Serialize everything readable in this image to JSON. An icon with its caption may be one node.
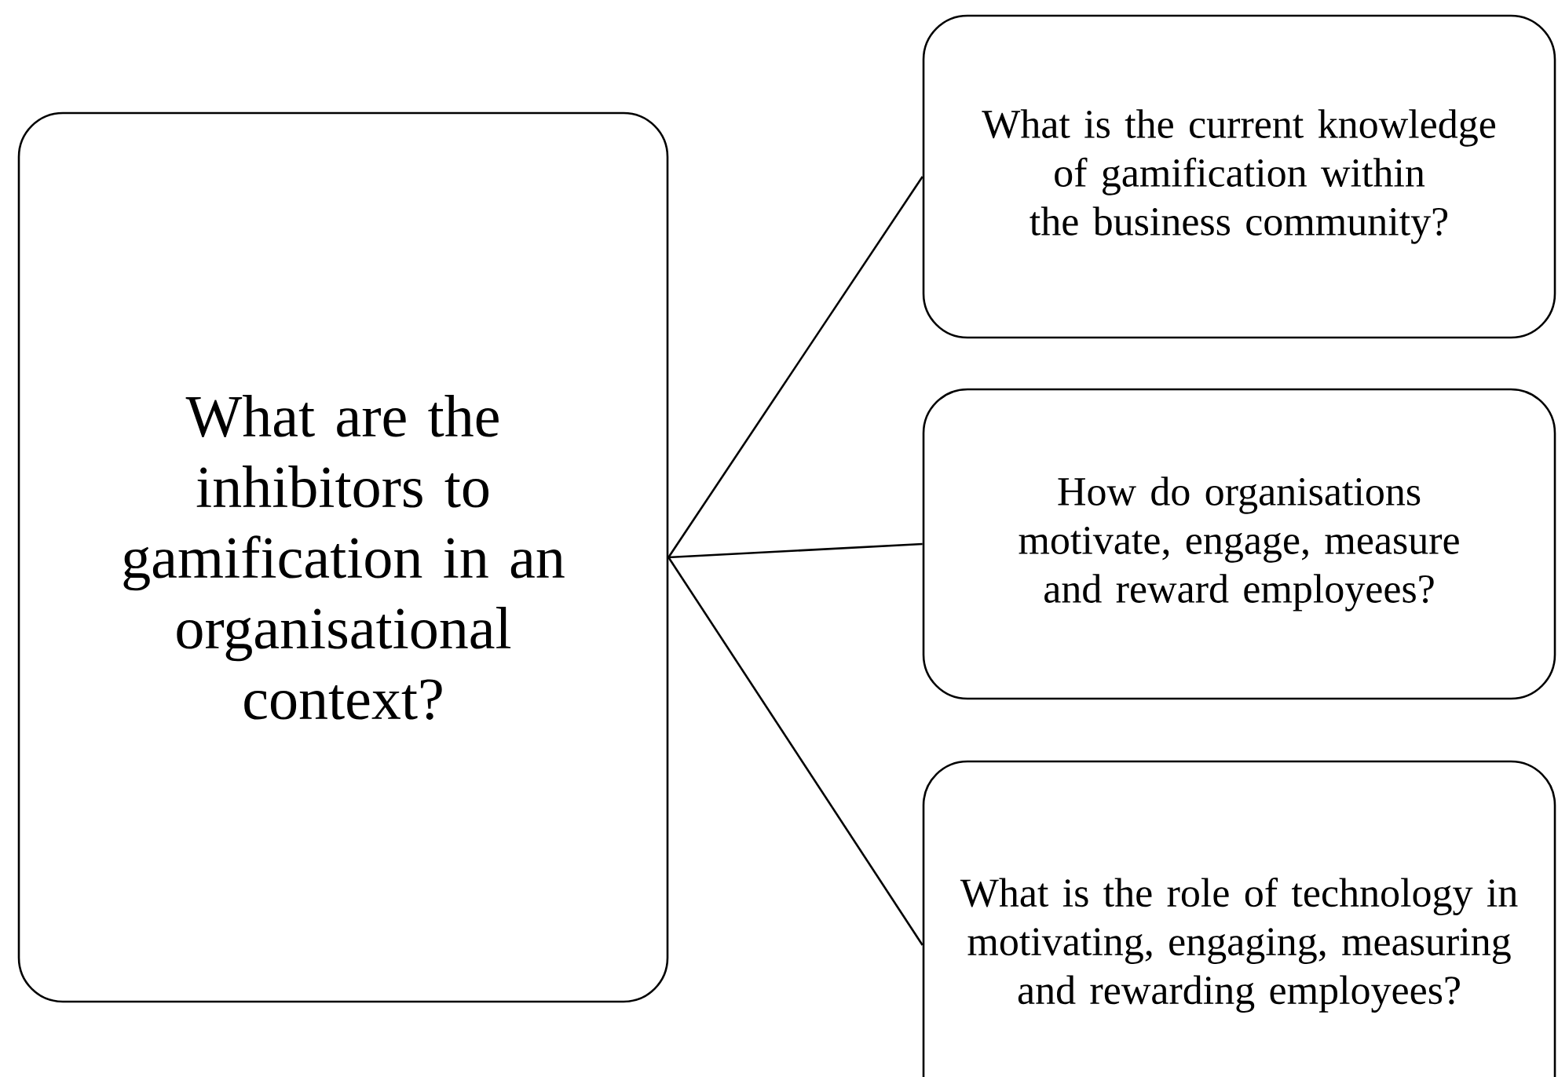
{
  "diagram": {
    "nodes": [
      {
        "text": [
          "What are the inhibitors to gamification in an organisational context?"
        ]
      },
      {
        "text": [
          "What is the current knowledge of gamification within the business community?"
        ]
      },
      {
        "text": [
          "How do organisations motivate, engage, measure and reward employees?"
        ]
      },
      {
        "text": [
          "What is the role of technology in motivating, engaging, measuring and rewarding employees?"
        ]
      }
    ],
    "edges": [
      {
        "from": 0,
        "to": 1,
        "arrow": "none"
      },
      {
        "from": 0,
        "to": 2,
        "arrow": "none"
      },
      {
        "from": 0,
        "to": 3,
        "arrow": "none"
      }
    ]
  }
}
